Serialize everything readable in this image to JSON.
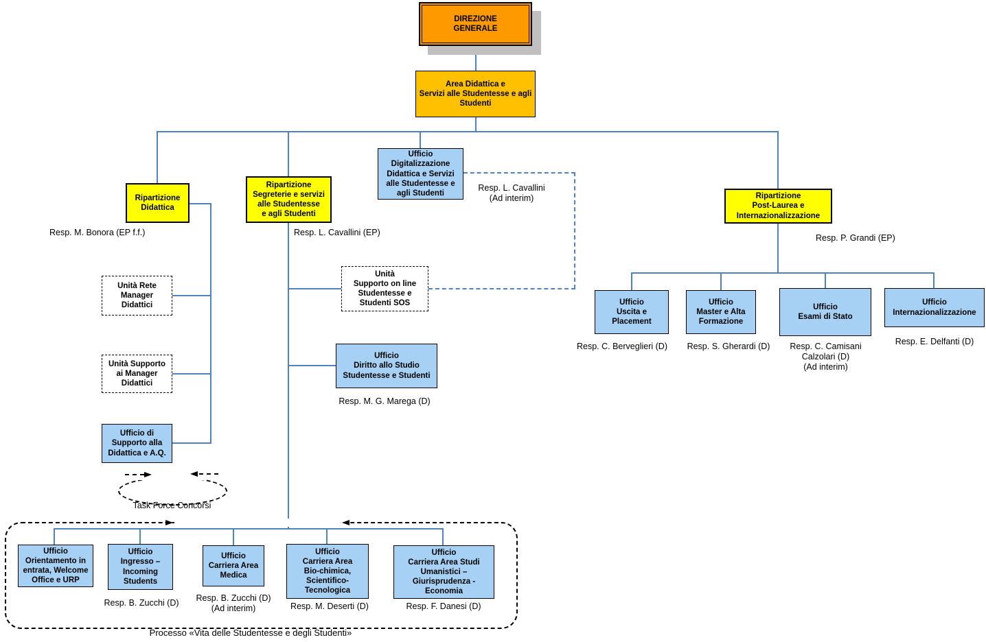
{
  "nodes": {
    "direzione": {
      "label": "DIREZIONE\nGENERALE"
    },
    "area": {
      "label": "Area Didattica e\nServizi alle Studentesse e agli Studenti"
    },
    "rip_didattica": {
      "label": "Ripartizione\nDidattica"
    },
    "rip_segreterie": {
      "label": "Ripartizione\nSegreterie e servizi\nalle Studentesse\ne agli Studenti"
    },
    "uff_digitalizzazione": {
      "label": "Ufficio\nDigitalizzazione\nDidattica e Servizi\nalle Studentesse e\nagli Studenti"
    },
    "rip_postlaurea": {
      "label": "Ripartizione\nPost-Laurea e\nInternazionalizzazione"
    },
    "unita_rete": {
      "label": "Unità Rete\nManager\nDidattici"
    },
    "unita_supporto_mgr": {
      "label": "Unità Supporto\nai Manager\nDidattici"
    },
    "uff_supporto_didattica": {
      "label": "Ufficio di\nSupporto alla\nDidattica e A.Q."
    },
    "unita_sos": {
      "label": "Unità\nSupporto on line\nStudentesse e\nStudenti SOS"
    },
    "uff_diritto": {
      "label": "Ufficio\nDiritto allo Studio\nStudentesse e Studenti"
    },
    "uff_uscita": {
      "label": "Ufficio\nUscita e\nPlacement"
    },
    "uff_master": {
      "label": "Ufficio\nMaster e Alta\nFormazione"
    },
    "uff_esami": {
      "label": "Ufficio\nEsami di Stato"
    },
    "uff_internaz": {
      "label": "Ufficio\nInternazionalizzazione"
    },
    "uff_orientamento": {
      "label": "Ufficio\nOrientamento in\nentrata, Welcome\nOffice e URP"
    },
    "uff_ingresso": {
      "label": "Ufficio\nIngresso –\nIncoming\nStudents"
    },
    "uff_medica": {
      "label": "Ufficio\nCarriera Area\nMedica"
    },
    "uff_biochimica": {
      "label": "Ufficio\nCarriera Area\nBio-chimica,\nScientifico-\nTecnologica"
    },
    "uff_umanistici": {
      "label": "Ufficio\nCarriera Area Studi\nUmanistici –\nGiurisprudenza -\nEconomia"
    }
  },
  "responsibles": {
    "bonora": "Resp. M. Bonora (EP f.f.)",
    "cavallini_ep": "Resp. L. Cavallini (EP)",
    "cavallini_interim": "Resp. L. Cavallini\n(Ad interim)",
    "grandi": "Resp. P. Grandi (EP)",
    "marega": "Resp. M. G. Marega (D)",
    "berveglieri": "Resp. C. Berveglieri (D)",
    "gherardi": "Resp. S. Gherardi (D)",
    "camisani": "Resp. C. Camisani\nCalzolari (D)\n(Ad interim)",
    "delfanti": "Resp. E. Delfanti (D)",
    "zucchi": "Resp. B. Zucchi (D)",
    "zucchi_interim": "Resp. B. Zucchi (D)\n(Ad interim)",
    "deserti": "Resp. M. Deserti (D)",
    "danesi": "Resp. F. Danesi (D)"
  },
  "labels": {
    "taskforce": "Task Force Concorsi",
    "processo": "Processo «Vita delle Studentesse e degli Studenti»"
  },
  "colors": {
    "direzione_fill": "#FF9900",
    "area_fill": "#FFC000",
    "ripartizione_fill": "#FFFF00",
    "ufficio_fill": "#A6D1F5",
    "connector": "#4F81BD",
    "shadow": "#C0C0C0"
  }
}
